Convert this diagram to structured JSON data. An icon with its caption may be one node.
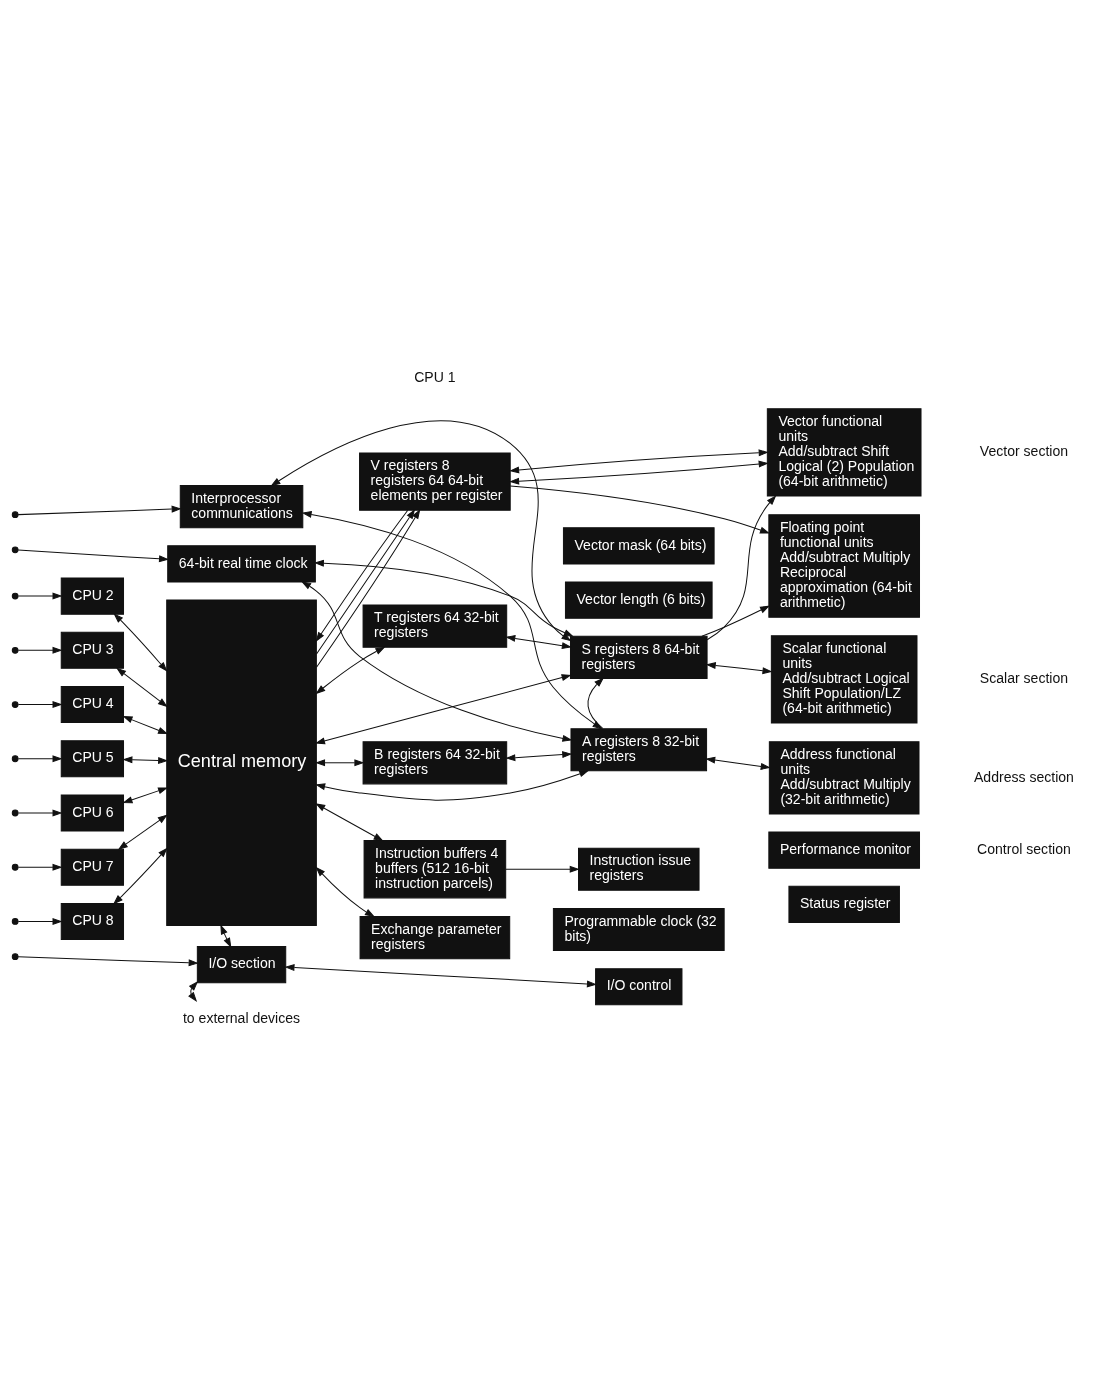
{
  "diagram": {
    "nodes": [
      {
        "text": [
          "Interprocessor communications"
        ]
      },
      {
        "text": [
          "64-bit real time clock"
        ]
      },
      {
        "text": [
          "CPU 2"
        ]
      },
      {
        "text": [
          "CPU 3"
        ]
      },
      {
        "text": [
          "CPU 4"
        ]
      },
      {
        "text": [
          "CPU 5"
        ]
      },
      {
        "text": [
          "CPU 6"
        ]
      },
      {
        "text": [
          "CPU 7"
        ]
      },
      {
        "text": [
          "CPU 8"
        ]
      },
      {
        "text": [
          "Central memory"
        ]
      },
      {
        "text": [
          "V registers 8 registers 64 64-bit elements per register"
        ]
      },
      {
        "text": [
          "Vector mask (64 bits)"
        ]
      },
      {
        "text": [
          "Vector length (6 bits)"
        ]
      },
      {
        "text": [
          "T registers 64 32-bit registers"
        ]
      },
      {
        "text": [
          "S registers 8 64-bit registers"
        ]
      },
      {
        "text": [
          "B registers 64 32-bit registers"
        ]
      },
      {
        "text": [
          "A registers 8 32-bit registers"
        ]
      },
      {
        "text": [
          "Instruction buffers 4 buffers (512 16-bit instruction parcels)"
        ]
      },
      {
        "text": [
          "Exchange parameter registers"
        ]
      },
      {
        "text": [
          "Instruction issue registers"
        ]
      },
      {
        "text": [
          "Programmable clock (32 bits)"
        ]
      },
      {
        "text": [
          "I/O control"
        ]
      },
      {
        "text": [
          "Vector functional units",
          "Add/subtract Shift Logical (2) Population (64-bit arithmetic)"
        ]
      },
      {
        "text": [
          "Floating point functional units",
          "Add/subtract Multiply Reciprocal approximation (64-bit arithmetic)"
        ]
      },
      {
        "text": [
          "Scalar functional units",
          "Add/subtract Logical Shift Population/LZ (64-bit arithmetic)"
        ]
      },
      {
        "text": [
          "Address functional units",
          "Add/subtract Multiply (32-bit arithmetic)"
        ]
      },
      {
        "text": [
          "Performance monitor"
        ]
      },
      {
        "text": [
          "Status register"
        ]
      },
      {
        "text": [
          "I/O section"
        ]
      },
      {
        "text": [
          "to external devices"
        ]
      }
    ],
    "edges": [
      {
        "from": null,
        "to": 0,
        "arrow": "to"
      },
      {
        "from": null,
        "to": 1,
        "arrow": "to"
      },
      {
        "from": null,
        "to": 2,
        "arrow": "to"
      },
      {
        "from": null,
        "to": 3,
        "arrow": "to"
      },
      {
        "from": null,
        "to": 4,
        "arrow": "to"
      },
      {
        "from": null,
        "to": 5,
        "arrow": "to"
      },
      {
        "from": null,
        "to": 6,
        "arrow": "to"
      },
      {
        "from": null,
        "to": 7,
        "arrow": "to"
      },
      {
        "from": null,
        "to": 8,
        "arrow": "to"
      },
      {
        "from": null,
        "to": 28,
        "arrow": "to"
      },
      {
        "from": 2,
        "to": 9,
        "arrow": "both"
      },
      {
        "from": 3,
        "to": 9,
        "arrow": "both"
      },
      {
        "from": 4,
        "to": 9,
        "arrow": "both"
      },
      {
        "from": 5,
        "to": 9,
        "arrow": "both"
      },
      {
        "from": 6,
        "to": 9,
        "arrow": "both"
      },
      {
        "from": 7,
        "to": 9,
        "arrow": "both"
      },
      {
        "from": 8,
        "to": 9,
        "arrow": "both"
      },
      {
        "from": 14,
        "to": 0,
        "arrow": "both"
      },
      {
        "from": 14,
        "to": 1,
        "arrow": "both"
      },
      {
        "from": 16,
        "to": 0,
        "arrow": "both"
      },
      {
        "from": 16,
        "to": 1,
        "arrow": "both"
      },
      {
        "from": 9,
        "to": 10,
        "arrow": "to"
      },
      {
        "from": 9,
        "to": 10,
        "arrow": "to"
      },
      {
        "from": 10,
        "to": 9,
        "arrow": "to"
      },
      {
        "from": 9,
        "to": 13,
        "arrow": "both"
      },
      {
        "from": 9,
        "to": 14,
        "arrow": "both"
      },
      {
        "from": 9,
        "to": 15,
        "arrow": "both"
      },
      {
        "from": 9,
        "to": 16,
        "arrow": "both"
      },
      {
        "from": 9,
        "to": 17,
        "arrow": "both"
      },
      {
        "from": 9,
        "to": 18,
        "arrow": "both"
      },
      {
        "from": 9,
        "to": 28,
        "arrow": "both"
      },
      {
        "from": 28,
        "to": 29,
        "arrow": "both"
      },
      {
        "from": 17,
        "to": 19,
        "arrow": "to"
      },
      {
        "from": 28,
        "to": 21,
        "arrow": "both"
      },
      {
        "from": 13,
        "to": 14,
        "arrow": "both"
      },
      {
        "from": 15,
        "to": 16,
        "arrow": "both"
      },
      {
        "from": 10,
        "to": 22,
        "arrow": "both"
      },
      {
        "from": 10,
        "to": 22,
        "arrow": "both"
      },
      {
        "from": 10,
        "to": 23,
        "arrow": "to"
      },
      {
        "from": 14,
        "to": 22,
        "arrow": "to"
      },
      {
        "from": 14,
        "to": 23,
        "arrow": "to"
      },
      {
        "from": 14,
        "to": 24,
        "arrow": "both"
      },
      {
        "from": 16,
        "to": 14,
        "arrow": "to"
      },
      {
        "from": 16,
        "to": 25,
        "arrow": "both"
      }
    ],
    "labels": [
      "CPU 1",
      "Vector section",
      "Scalar section",
      "Address section",
      "Control section"
    ]
  }
}
